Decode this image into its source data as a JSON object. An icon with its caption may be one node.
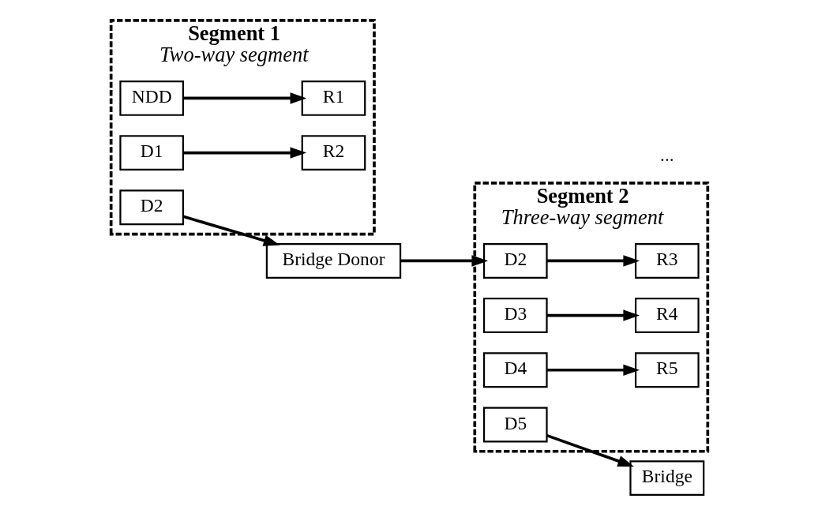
{
  "diagram": {
    "nodes": [
      {
        "text": [
          "Segment 1",
          "Two-way segment"
        ]
      },
      {
        "text": [
          "NDD"
        ],
        "in": 0
      },
      {
        "text": [
          "R1"
        ],
        "in": 0
      },
      {
        "text": [
          "D1"
        ],
        "in": 0
      },
      {
        "text": [
          "R2"
        ],
        "in": 0
      },
      {
        "text": [
          "D2"
        ],
        "in": 0
      },
      {
        "text": [
          "Segment 2",
          "Three-way segment"
        ]
      },
      {
        "text": [
          "D2"
        ],
        "in": 6
      },
      {
        "text": [
          "R3"
        ],
        "in": 6
      },
      {
        "text": [
          "D3"
        ],
        "in": 6
      },
      {
        "text": [
          "R4"
        ],
        "in": 6
      },
      {
        "text": [
          "D4"
        ],
        "in": 6
      },
      {
        "text": [
          "R5"
        ],
        "in": 6
      },
      {
        "text": [
          "D5"
        ],
        "in": 6
      },
      {
        "text": [
          "Bridge Donor"
        ]
      },
      {
        "text": [
          "Bridge"
        ]
      }
    ],
    "edges": [
      {
        "from": 1,
        "to": 2,
        "arrow": "to"
      },
      {
        "from": 3,
        "to": 4,
        "arrow": "to"
      },
      {
        "from": 5,
        "to": 14,
        "arrow": "to"
      },
      {
        "from": 14,
        "to": 7,
        "arrow": "to"
      },
      {
        "from": 7,
        "to": 8,
        "arrow": "to"
      },
      {
        "from": 9,
        "to": 10,
        "arrow": "to"
      },
      {
        "from": 11,
        "to": 12,
        "arrow": "to"
      },
      {
        "from": 13,
        "to": 15,
        "arrow": "to"
      }
    ],
    "labels": [
      "..."
    ]
  }
}
